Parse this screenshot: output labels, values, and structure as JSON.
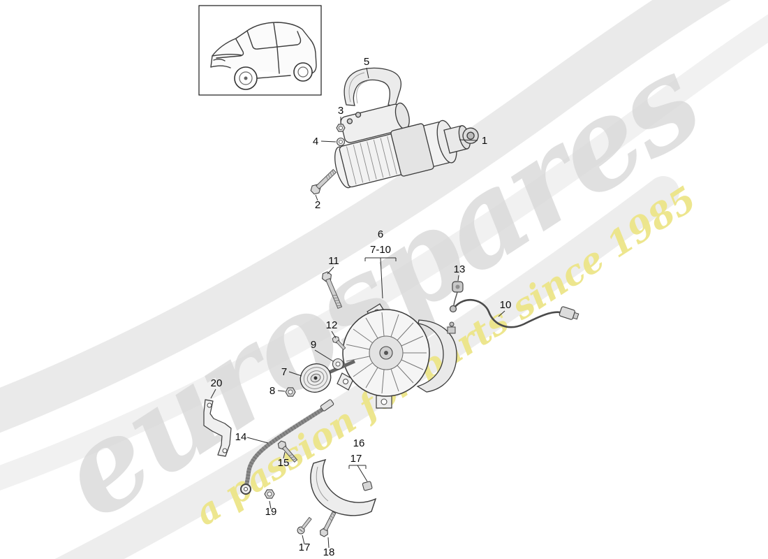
{
  "page": {
    "background": "#ffffff"
  },
  "watermark": {
    "brand": "eurospares",
    "tagline": "a passion for parts since 1985",
    "brand_color": "#d8d8d8",
    "tagline_color": "#ece588"
  },
  "vehicle_thumbnail": {
    "name": "porsche-cayenne-outline"
  },
  "callouts": [
    {
      "label": "5"
    },
    {
      "label": "3"
    },
    {
      "label": "4"
    },
    {
      "label": "1"
    },
    {
      "label": "2"
    },
    {
      "label": "6"
    },
    {
      "label": "7-10"
    },
    {
      "label": "11"
    },
    {
      "label": "13"
    },
    {
      "label": "10"
    },
    {
      "label": "12"
    },
    {
      "label": "9"
    },
    {
      "label": "7"
    },
    {
      "label": "8"
    },
    {
      "label": "20"
    },
    {
      "label": "14"
    },
    {
      "label": "15"
    },
    {
      "label": "16"
    },
    {
      "label": "17"
    },
    {
      "label": "19"
    },
    {
      "label": "17"
    },
    {
      "label": "18"
    }
  ]
}
